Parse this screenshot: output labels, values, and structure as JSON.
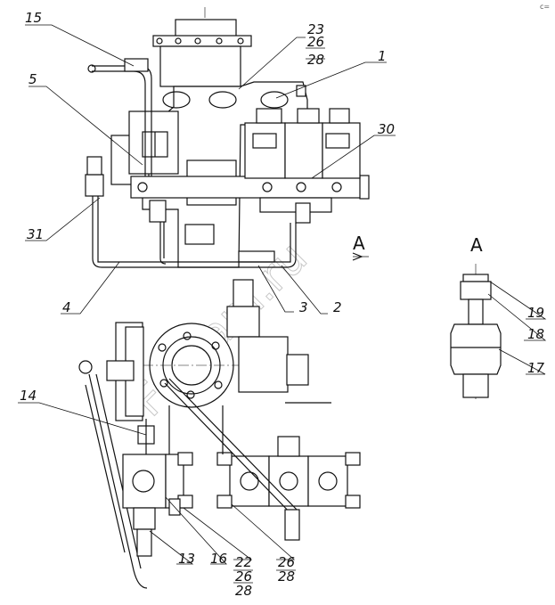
{
  "watermark": "Farkam.ru",
  "view_label": "A",
  "detail_label": "A",
  "corner_mark": "c=",
  "callouts": {
    "c15": "15",
    "c23": "23",
    "c26a": "26",
    "c28a": "28",
    "c1": "1",
    "c5": "5",
    "c30": "30",
    "c31": "31",
    "c4": "4",
    "c3": "3",
    "c2": "2",
    "c14": "14",
    "c13": "13",
    "c16": "16",
    "c22": "22",
    "c26b": "26",
    "c28b": "28",
    "c26c": "26",
    "c28c": "28",
    "c19": "19",
    "c18": "18",
    "c17": "17"
  }
}
